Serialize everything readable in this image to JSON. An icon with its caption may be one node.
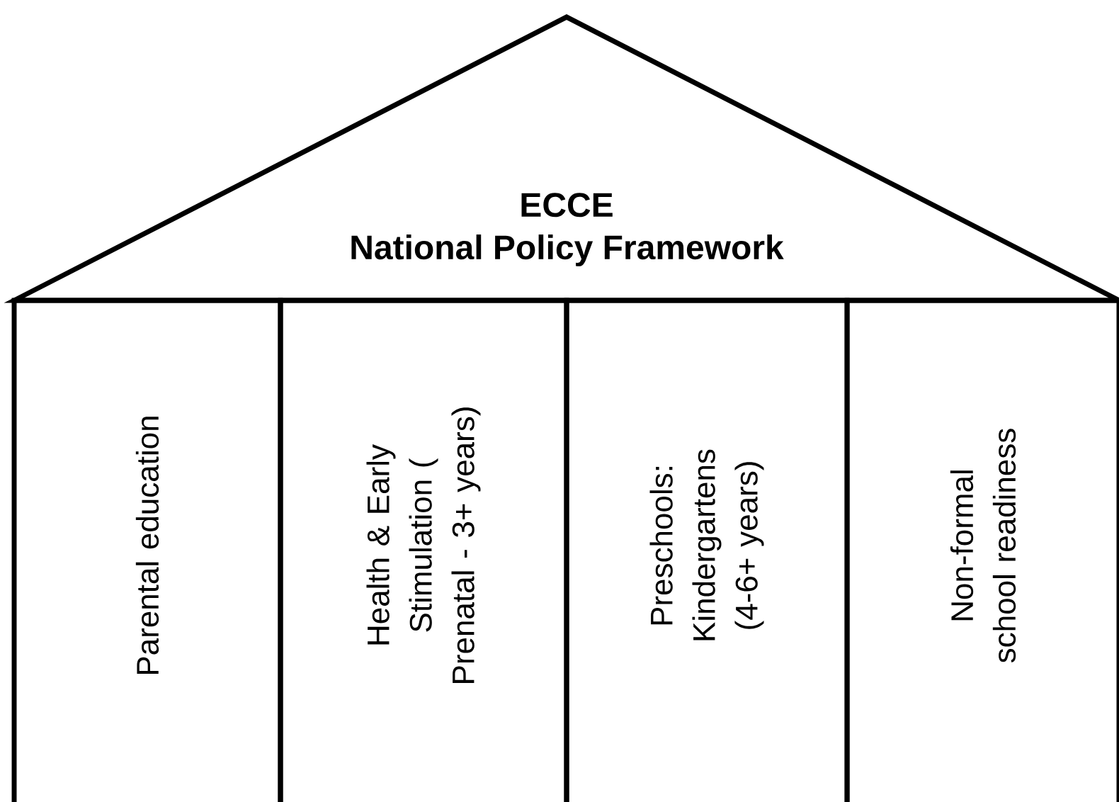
{
  "diagram": {
    "nodes": [
      {
        "text": [
          "ECCE",
          "National Policy Framework"
        ]
      },
      {
        "text": [
          "Parental education"
        ]
      },
      {
        "text": [
          "Health & Early Stimulation ( Prenatal - 3+ years)"
        ]
      },
      {
        "text": [
          "Preschools: Kindergartens (4-6+ years)"
        ]
      },
      {
        "text": [
          "Non-formal school readiness"
        ]
      }
    ]
  }
}
